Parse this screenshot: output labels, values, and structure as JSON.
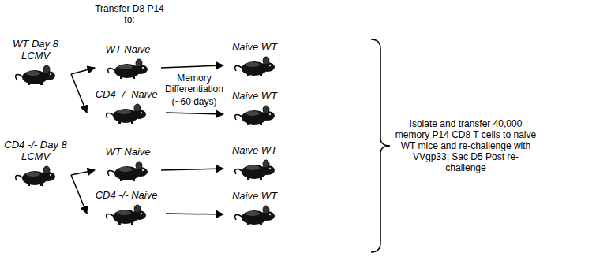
{
  "diagram": {
    "nodes": [
      {
        "text": [
          "WT Day 8 LCMV"
        ]
      },
      {
        "text": [
          "WT Naive"
        ]
      },
      {
        "text": [
          "CD4 -/- Naive"
        ]
      },
      {
        "text": [
          "CD4 -/- Day 8 LCMV"
        ]
      },
      {
        "text": [
          "WT Naive"
        ]
      },
      {
        "text": [
          "CD4 -/- Naive"
        ]
      },
      {
        "text": [
          "Naive WT"
        ]
      },
      {
        "text": [
          "Naive WT"
        ]
      },
      {
        "text": [
          "Naive WT"
        ]
      },
      {
        "text": [
          "Naive WT"
        ]
      }
    ],
    "edges": [
      {
        "from": 0,
        "to": 1,
        "arrow": "to"
      },
      {
        "from": 0,
        "to": 2,
        "arrow": "to"
      },
      {
        "from": 3,
        "to": 4,
        "arrow": "to"
      },
      {
        "from": 3,
        "to": 5,
        "arrow": "to"
      },
      {
        "from": 1,
        "to": 6,
        "arrow": "to"
      },
      {
        "from": 2,
        "to": 7,
        "arrow": "to"
      },
      {
        "from": 4,
        "to": 8,
        "arrow": "to"
      },
      {
        "from": 5,
        "to": 9,
        "arrow": "to"
      }
    ],
    "labels": [
      "Transfer D8 P14 to:",
      "Memory Differentiation",
      "(~60 days)",
      "Isolate and transfer 40,000 memory P14 CD8 T cells to naive WT mice and re-challenge with VVgp33; Sac D5 Post re-challenge"
    ]
  }
}
